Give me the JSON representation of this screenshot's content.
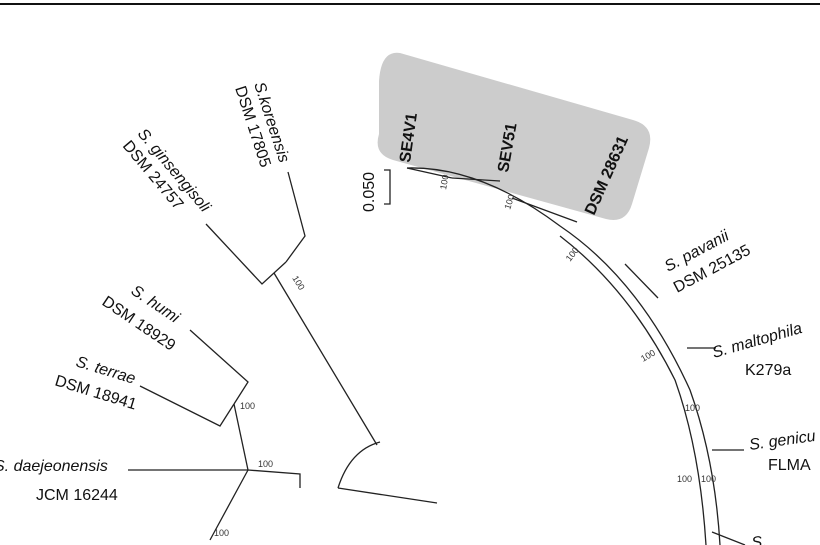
{
  "scale_bar": {
    "value": "0.050"
  },
  "highlight": {
    "color": "#cccccc"
  },
  "taxa": [
    {
      "id": "se4v1",
      "name": "SE4V1",
      "strain": ""
    },
    {
      "id": "sev51",
      "name": "SEV51",
      "strain": ""
    },
    {
      "id": "dsm28631",
      "name": "DSM 28631",
      "strain": ""
    },
    {
      "id": "pavanii",
      "name": "S. pavanii",
      "strain": "DSM 25135"
    },
    {
      "id": "maltophila",
      "name": "S. maltophila",
      "strain": "K279a"
    },
    {
      "id": "geniculata",
      "name": "S. genicu",
      "strain": "FLMA"
    },
    {
      "id": "koreensis",
      "name": "S.koreensis",
      "strain": "DSM 17805"
    },
    {
      "id": "ginsengisoli",
      "name": "S. ginsengisoli",
      "strain": "DSM 24757"
    },
    {
      "id": "humi",
      "name": "S. humi",
      "strain": "DSM 18929"
    },
    {
      "id": "terrae",
      "name": "S. terrae",
      "strain": "DSM 18941"
    },
    {
      "id": "daejeonensis",
      "name": "S. daejeonensis",
      "strain": "JCM 16244"
    },
    {
      "id": "bottom",
      "name": "S.",
      "strain": ""
    }
  ],
  "bootstrap": [
    "100",
    "100",
    "100",
    "100",
    "100",
    "100",
    "100",
    "100",
    "100",
    "100",
    "100"
  ]
}
